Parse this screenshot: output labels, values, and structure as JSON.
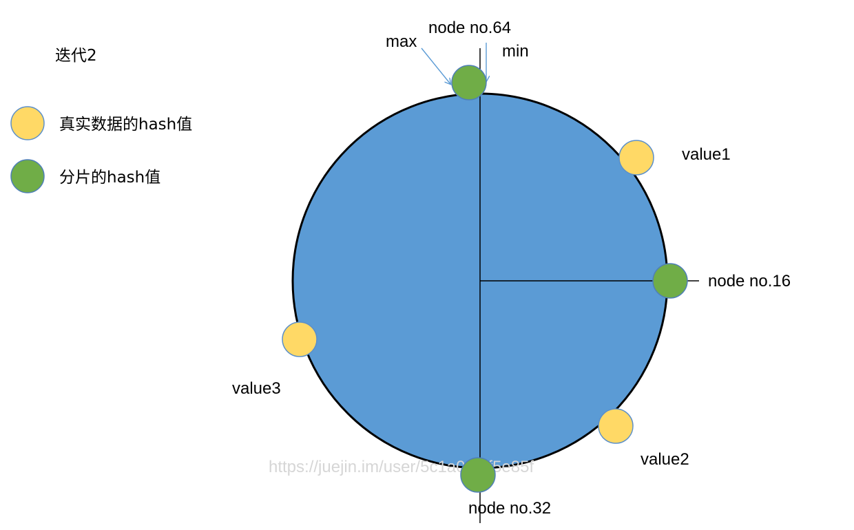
{
  "title": "迭代2",
  "legend": {
    "real_data_hash": "真实数据的hash值",
    "shard_hash": "分片的hash值"
  },
  "colors": {
    "ring_fill": "#5b9bd5",
    "ring_stroke": "#000000",
    "data_point": "#ffd966",
    "data_point_stroke": "#5b8fc9",
    "node_point": "#70ad47",
    "node_point_stroke": "#4f7fb8",
    "pointer_arrow": "#5b9bd5"
  },
  "nodes": {
    "top": "node no.64",
    "right": "node no.16",
    "bottom": "node no.32"
  },
  "values": {
    "v1": "value1",
    "v2": "value2",
    "v3": "value3"
  },
  "markers": {
    "max": "max",
    "min": "min"
  },
  "watermark": "https://juejin.im/user/5c1a06aff5e85f"
}
